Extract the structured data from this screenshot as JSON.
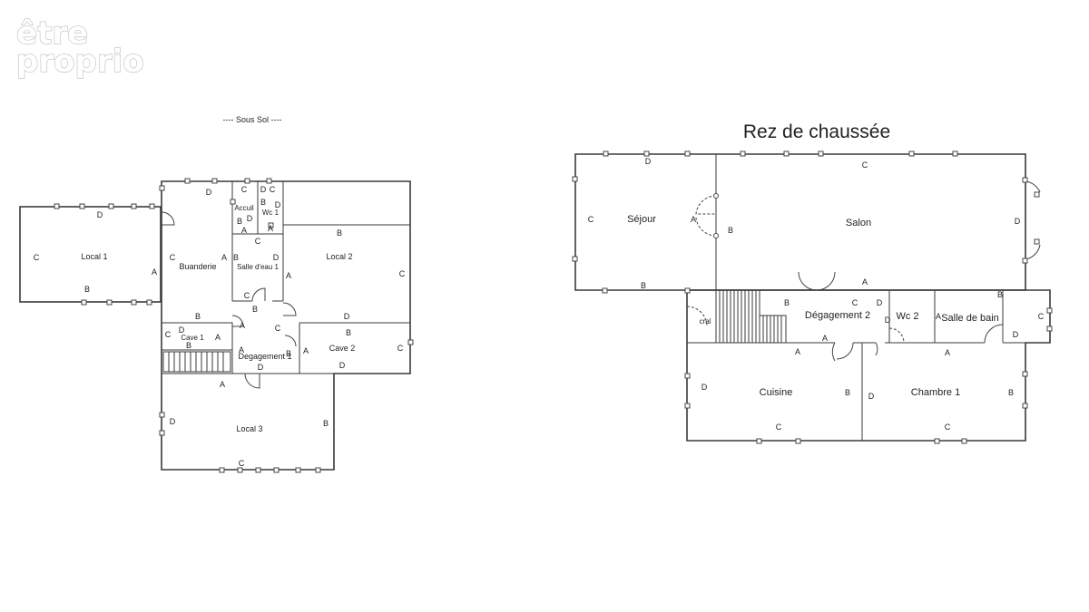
{
  "logo": {
    "line1": "être",
    "line2": "proprio"
  },
  "plans": {
    "basement": {
      "title": "---- Sous Sol ----",
      "rooms": {
        "local1": "Local 1",
        "buanderie": "Buanderie",
        "accueil": "Accuil",
        "wc1": "Wc 1",
        "salle_eau1": "Salle d'eau 1",
        "local2": "Local 2",
        "cave1": "Cave 1",
        "cave2": "Cave 2",
        "degagement1": "Degagement 1",
        "local3": "Local 3"
      }
    },
    "ground": {
      "title": "Rez de chaussée",
      "rooms": {
        "sejour": "Séjour",
        "salon": "Salon",
        "degagement2": "Dégagement 2",
        "wc2": "Wc 2",
        "salle_de_bain": "Salle de bain",
        "cuisine": "Cuisine",
        "chambre1": "Chambre 1",
        "cral": "cral"
      }
    }
  },
  "wall_letters": {
    "a": "A",
    "b": "B",
    "c": "C",
    "d": "D"
  }
}
